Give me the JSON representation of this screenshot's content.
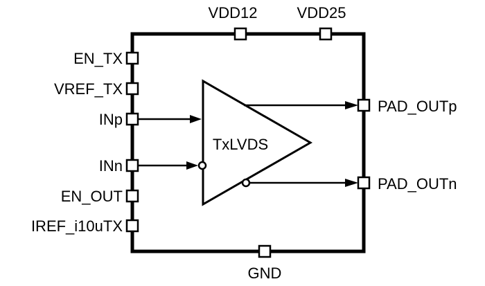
{
  "block": {
    "name": "TxLVDS"
  },
  "pins": {
    "top": [
      "VDD12",
      "VDD25"
    ],
    "left": [
      "EN_TX",
      "VREF_TX",
      "INp",
      "INn",
      "EN_OUT",
      "IREF_i10uTX"
    ],
    "right": [
      "PAD_OUTp",
      "PAD_OUTn"
    ],
    "bottom": [
      "GND"
    ]
  },
  "colors": {
    "line": "#000000",
    "background": "#ffffff"
  }
}
